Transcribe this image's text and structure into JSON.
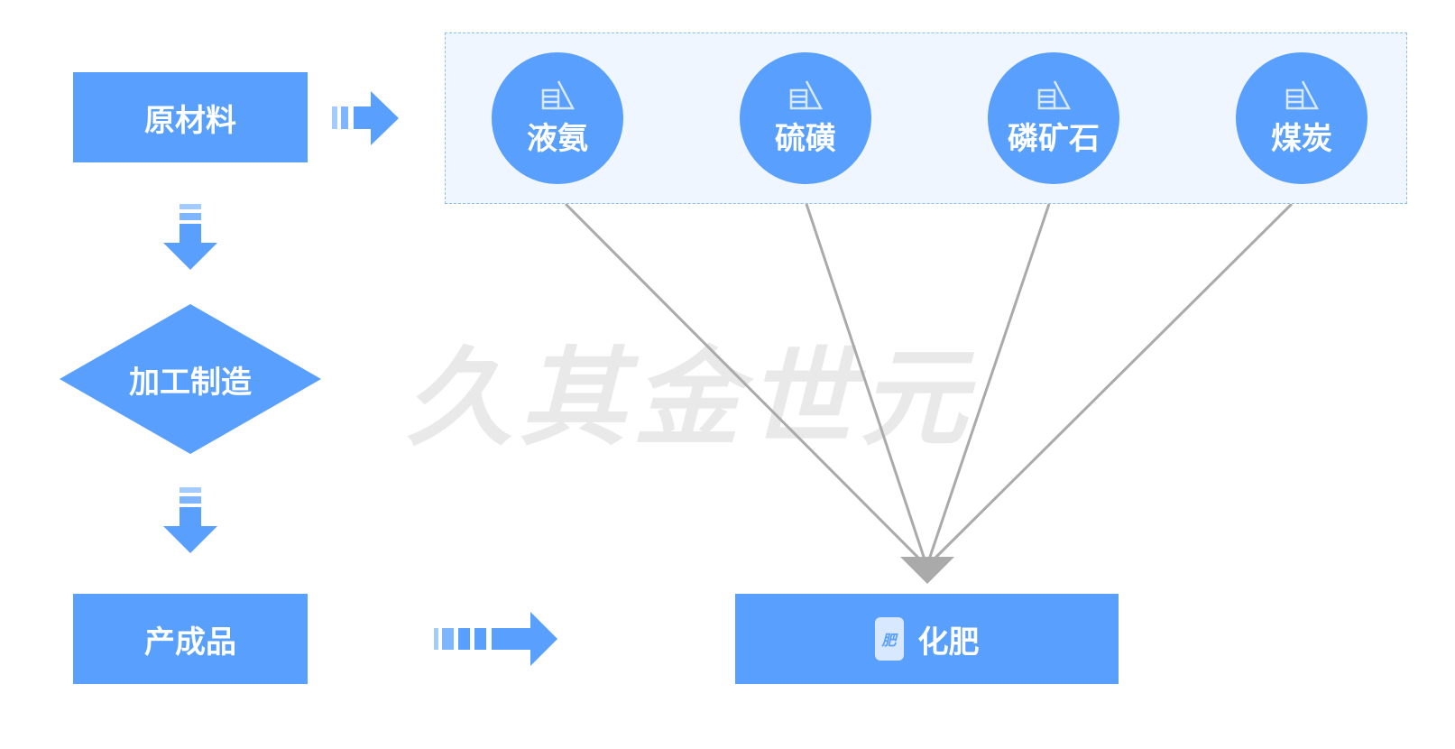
{
  "watermark": "久其金世元",
  "flow": {
    "raw": "原材料",
    "process": "加工制造",
    "product": "产成品"
  },
  "materials": [
    {
      "label": "液氨"
    },
    {
      "label": "硫磺"
    },
    {
      "label": "磷矿石"
    },
    {
      "label": "煤炭"
    }
  ],
  "output": {
    "label": "化肥",
    "icon_text": "肥"
  },
  "colors": {
    "primary": "#589ffe",
    "group_bg": "#eff6ff",
    "line": "#aaaaaa"
  }
}
